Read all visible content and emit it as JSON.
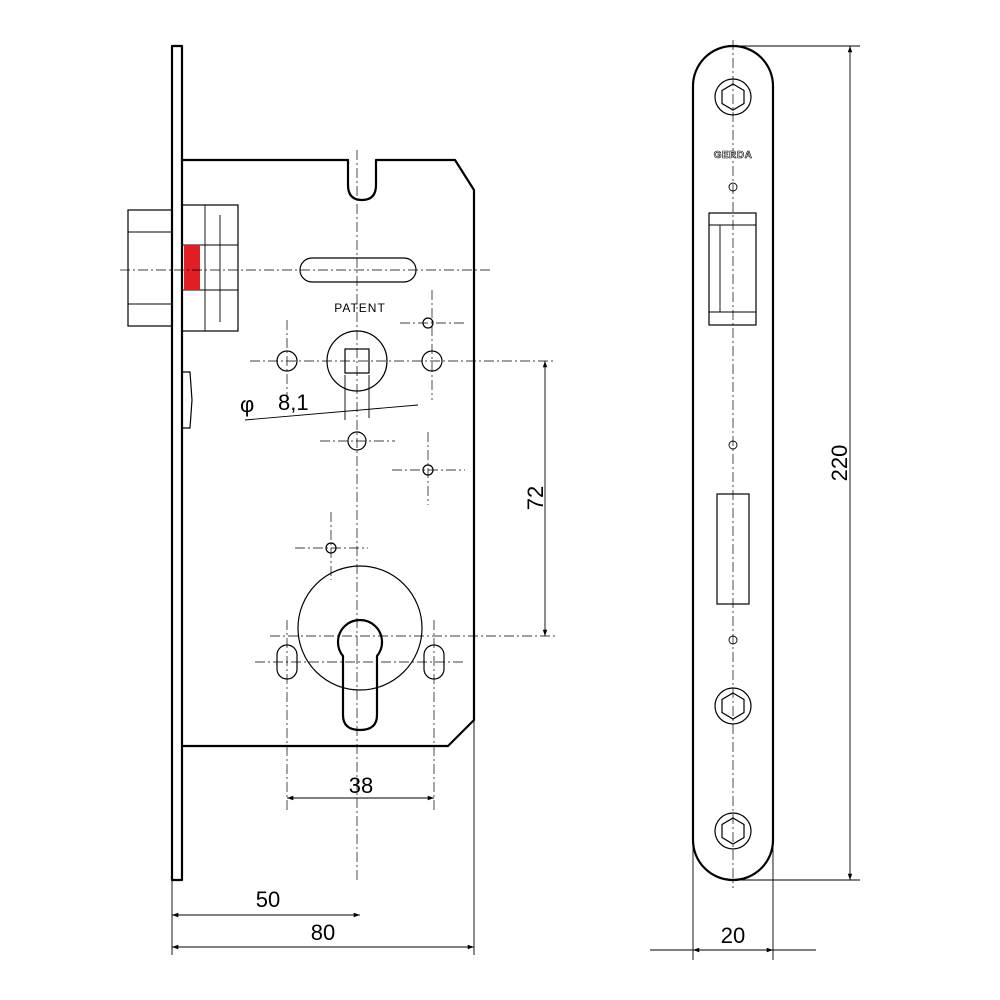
{
  "labels": {
    "patent": "PATENT",
    "brand": "GERDA",
    "diameter_symbol": "φ",
    "spindle": "8,1",
    "center_distance": "72",
    "cylinder_width": "38",
    "backset": "50",
    "body_depth": "80",
    "faceplate_height": "220",
    "faceplate_width": "20"
  },
  "colors": {
    "latch_highlight": "#e11e25",
    "line": "#000000",
    "background": "#ffffff"
  }
}
